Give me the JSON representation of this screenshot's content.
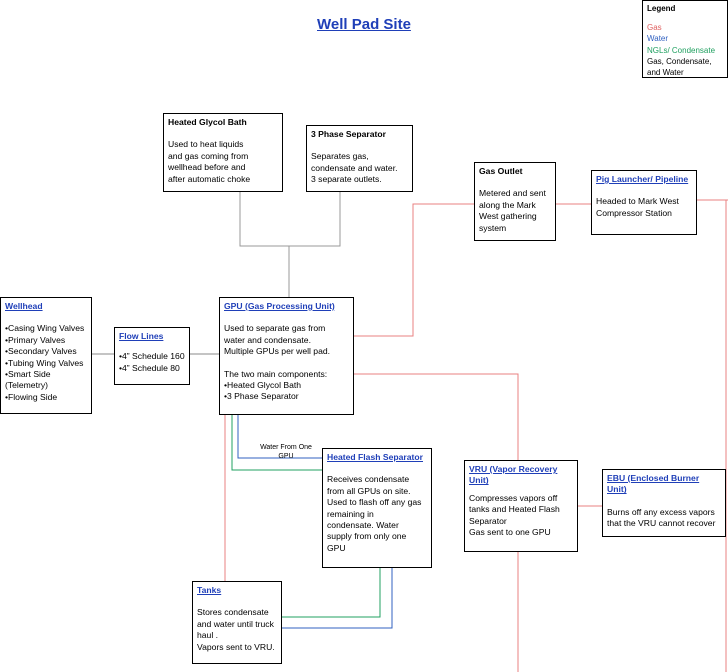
{
  "title": "Well Pad Site",
  "legend": {
    "title": "Legend",
    "items": [
      {
        "label": "Gas",
        "color": "#e06060"
      },
      {
        "label": "Water",
        "color": "#3060c0"
      },
      {
        "label": "NGLs/ Condensate",
        "color": "#20a060"
      },
      {
        "label": "Gas, Condensate, and Water",
        "color": "#000000"
      }
    ]
  },
  "colors": {
    "gas": "#e88080",
    "water": "#3060c0",
    "condensate": "#20a060",
    "mixed": "#999999",
    "link": "#1f3fb8"
  },
  "boxes": {
    "glycol": {
      "title": "Heated Glycol Bath",
      "lines": [
        "Used to heat liquids",
        "and gas coming from",
        "wellhead  before and",
        "after automatic choke"
      ]
    },
    "separator": {
      "title": "3 Phase Separator",
      "lines": [
        "Separates gas,",
        "condensate and water.",
        "3 separate outlets."
      ]
    },
    "gas_outlet": {
      "title": "Gas Outlet",
      "lines": [
        "Metered and sent",
        "along the Mark",
        "West gathering",
        "system"
      ]
    },
    "pig": {
      "title": "Pig Launcher/ Pipeline",
      "lines": [
        "Headed to Mark West",
        "Compressor Station"
      ]
    },
    "wellhead": {
      "title": "Wellhead",
      "lines": [
        "•Casing Wing Valves",
        "•Primary Valves",
        "•Secondary Valves",
        "•Tubing Wing Valves",
        "•Smart Side",
        "(Telemetry)",
        "•Flowing Side"
      ]
    },
    "flowlines": {
      "title": "Flow Lines",
      "lines": [
        "•4” Schedule 160",
        "•4” Schedule 80"
      ]
    },
    "gpu": {
      "title": "GPU (Gas Processing Unit)",
      "lines": [
        "Used to separate gas from",
        "water and condensate.",
        "Multiple GPUs per well pad."
      ],
      "lines2": [
        "The two main components:",
        "•Heated Glycol Bath",
        "•3 Phase Separator"
      ]
    },
    "flash": {
      "title": "Heated Flash Separator",
      "lines": [
        "Receives condensate",
        "from all GPUs on site.",
        "Used to flash off any gas",
        "remaining in",
        "condensate. Water",
        "supply from only one",
        "GPU"
      ]
    },
    "vru": {
      "title": "VRU (Vapor Recovery Unit)",
      "lines": [
        "Compresses vapors off",
        "tanks and Heated Flash",
        "Separator",
        "Gas sent to one GPU"
      ]
    },
    "ebu": {
      "title": "EBU (Enclosed Burner Unit)",
      "lines": [
        "Burns off any excess vapors",
        "that the VRU cannot recover",
        "."
      ]
    },
    "tanks": {
      "title": "Tanks",
      "lines": [
        "Stores condensate",
        "and water until truck",
        "haul .",
        "Vapors sent to VRU."
      ]
    }
  },
  "annotations": {
    "water_from_gpu": "Water From One GPU"
  }
}
